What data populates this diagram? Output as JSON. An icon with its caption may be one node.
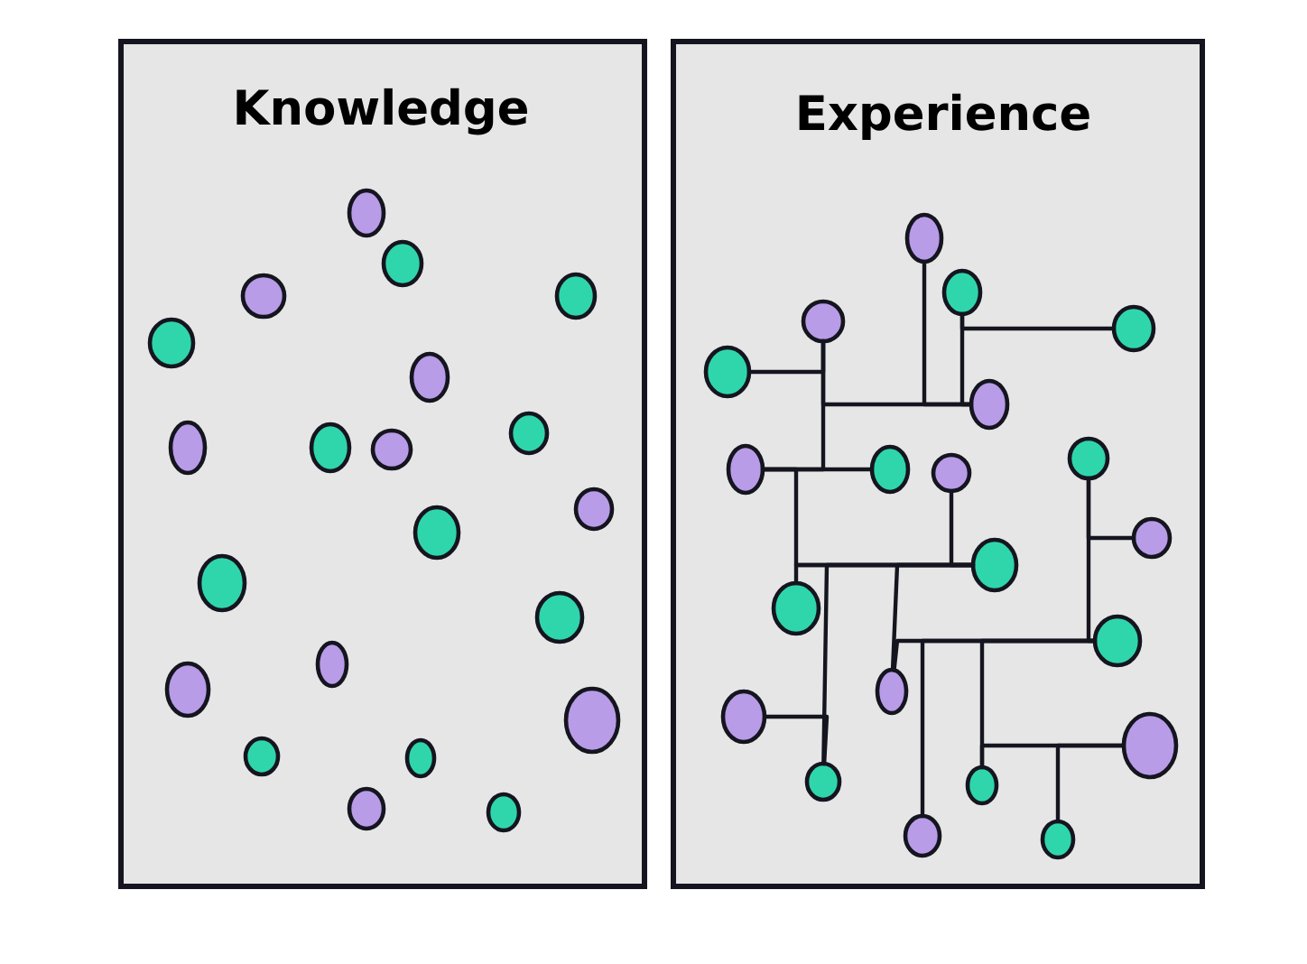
{
  "diagram": {
    "nodes": [
      {
        "text": [
          "Knowledge"
        ]
      },
      {
        "text": [],
        "shape": "circle",
        "in": 0
      },
      {
        "text": [],
        "shape": "circle",
        "in": 0
      },
      {
        "text": [],
        "shape": "circle",
        "in": 0
      },
      {
        "text": [],
        "shape": "circle",
        "in": 0
      },
      {
        "text": [],
        "shape": "circle",
        "in": 0
      },
      {
        "text": [],
        "shape": "circle",
        "in": 0
      },
      {
        "text": [],
        "shape": "circle",
        "in": 0
      },
      {
        "text": [],
        "shape": "circle",
        "in": 0
      },
      {
        "text": [],
        "shape": "circle",
        "in": 0
      },
      {
        "text": [],
        "shape": "circle",
        "in": 0
      },
      {
        "text": [],
        "shape": "circle",
        "in": 0
      },
      {
        "text": [],
        "shape": "circle",
        "in": 0
      },
      {
        "text": [],
        "shape": "circle",
        "in": 0
      },
      {
        "text": [],
        "shape": "circle",
        "in": 0
      },
      {
        "text": [],
        "shape": "circle",
        "in": 0
      },
      {
        "text": [],
        "shape": "circle",
        "in": 0
      },
      {
        "text": [],
        "shape": "circle",
        "in": 0
      },
      {
        "text": [],
        "shape": "circle",
        "in": 0
      },
      {
        "text": [],
        "shape": "circle",
        "in": 0
      },
      {
        "text": [],
        "shape": "circle",
        "in": 0
      },
      {
        "text": [],
        "shape": "circle",
        "in": 0
      },
      {
        "text": [
          "Experience"
        ]
      },
      {
        "text": [],
        "shape": "circle",
        "in": 22
      },
      {
        "text": [],
        "shape": "circle",
        "in": 22
      },
      {
        "text": [],
        "shape": "circle",
        "in": 22
      },
      {
        "text": [],
        "shape": "circle",
        "in": 22
      },
      {
        "text": [],
        "shape": "circle",
        "in": 22
      },
      {
        "text": [],
        "shape": "circle",
        "in": 22
      },
      {
        "text": [],
        "shape": "circle",
        "in": 22
      },
      {
        "text": [],
        "shape": "circle",
        "in": 22
      },
      {
        "text": [],
        "shape": "circle",
        "in": 22
      },
      {
        "text": [],
        "shape": "circle",
        "in": 22
      },
      {
        "text": [],
        "shape": "circle",
        "in": 22
      },
      {
        "text": [],
        "shape": "circle",
        "in": 22
      },
      {
        "text": [],
        "shape": "circle",
        "in": 22
      },
      {
        "text": [],
        "shape": "circle",
        "in": 22
      },
      {
        "text": [],
        "shape": "circle",
        "in": 22
      },
      {
        "text": [],
        "shape": "circle",
        "in": 22
      },
      {
        "text": [],
        "shape": "circle",
        "in": 22
      },
      {
        "text": [],
        "shape": "circle",
        "in": 22
      },
      {
        "text": [],
        "shape": "circle",
        "in": 22
      },
      {
        "text": [],
        "shape": "circle",
        "in": 22
      },
      {
        "text": [],
        "shape": "circle",
        "in": 22
      }
    ],
    "edges": [
      {
        "from": 23,
        "to": 28,
        "arrow": "none"
      },
      {
        "from": 24,
        "to": 26,
        "arrow": "none"
      },
      {
        "from": 25,
        "to": 28,
        "arrow": "none"
      },
      {
        "from": 24,
        "to": 28,
        "arrow": "none"
      },
      {
        "from": 27,
        "to": 25,
        "arrow": "none"
      },
      {
        "from": 30,
        "to": 31,
        "arrow": "none"
      },
      {
        "from": 25,
        "to": 30,
        "arrow": "none"
      },
      {
        "from": 30,
        "to": 34,
        "arrow": "none"
      },
      {
        "from": 35,
        "to": 34,
        "arrow": "none"
      },
      {
        "from": 32,
        "to": 34,
        "arrow": "none"
      },
      {
        "from": 40,
        "to": 34,
        "arrow": "none"
      },
      {
        "from": 38,
        "to": 40,
        "arrow": "none"
      },
      {
        "from": 37,
        "to": 34,
        "arrow": "none"
      },
      {
        "from": 36,
        "to": 37,
        "arrow": "none"
      },
      {
        "from": 42,
        "to": 36,
        "arrow": "none"
      },
      {
        "from": 41,
        "to": 36,
        "arrow": "none"
      },
      {
        "from": 39,
        "to": 41,
        "arrow": "none"
      },
      {
        "from": 43,
        "to": 39,
        "arrow": "none"
      },
      {
        "from": 29,
        "to": 36,
        "arrow": "none"
      },
      {
        "from": 33,
        "to": 29,
        "arrow": "none"
      }
    ]
  }
}
